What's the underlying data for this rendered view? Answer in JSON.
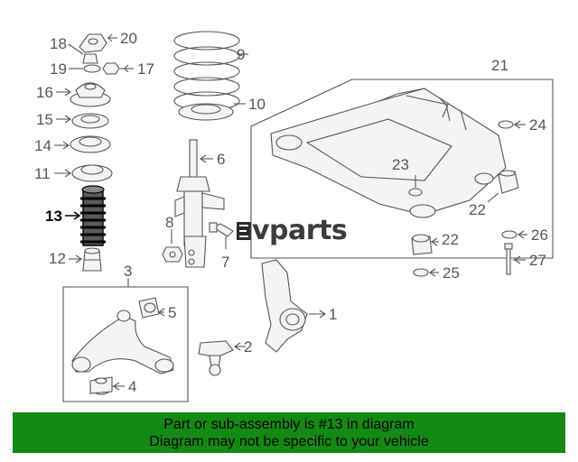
{
  "labels": {
    "l1": "1",
    "l2": "2",
    "l3": "3",
    "l4": "4",
    "l5": "5",
    "l6": "6",
    "l7": "7",
    "l8": "8",
    "l9": "9",
    "l10": "10",
    "l11": "11",
    "l12": "12",
    "l13": "13",
    "l14": "14",
    "l15": "15",
    "l16": "16",
    "l17": "17",
    "l18": "18",
    "l19": "19",
    "l20": "20",
    "l21": "21",
    "l22a": "22",
    "l22b": "22",
    "l23": "23",
    "l24": "24",
    "l25": "25",
    "l26": "26",
    "l27": "27"
  },
  "watermark": {
    "text": "vparts",
    "icon": "ev-logo-icon"
  },
  "banner": {
    "line1": "Part or sub-assembly is #13 in diagram",
    "line2": "Diagram may not be specific to your vehicle"
  },
  "colors": {
    "banner_bg": "#138a13",
    "line": "#555555",
    "highlight": "#000000"
  }
}
